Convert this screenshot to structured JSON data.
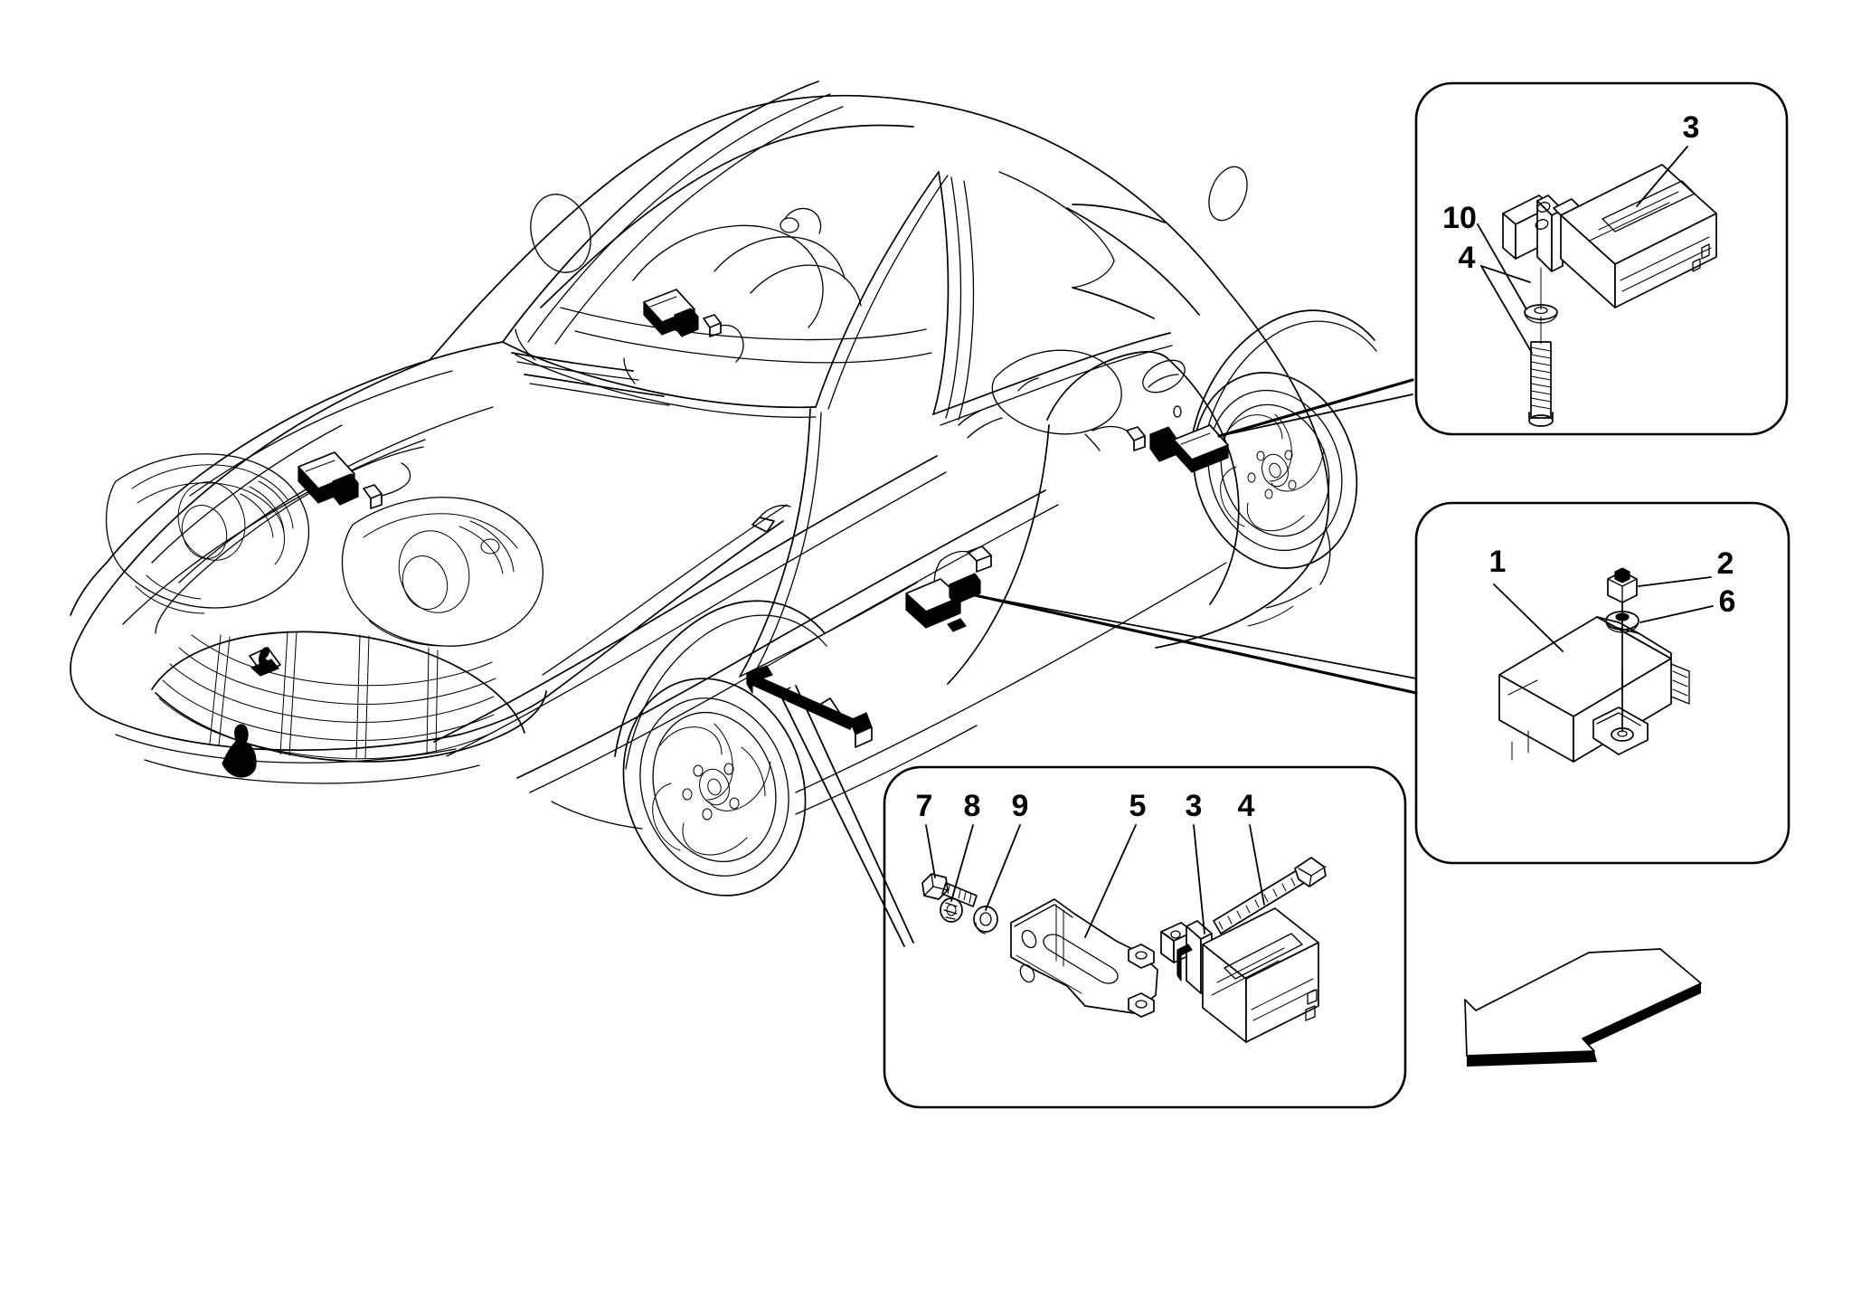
{
  "diagram": {
    "title": "Ferrari 612 Scaglietti - Level / Acceleration Sensors and ECU",
    "vehicle": "ferrari-612-scaglietti-coupe",
    "background_color": "#ffffff",
    "line_color": "#000000"
  },
  "callouts": {
    "sensor_box": {
      "name": "door-sensor-detail-box",
      "labels": [
        {
          "id": "3",
          "text": "3",
          "part": "accelerometer-sensor"
        },
        {
          "id": "10",
          "text": "10",
          "part": "washer"
        },
        {
          "id": "4",
          "text": "4",
          "part": "screw"
        }
      ]
    },
    "ecu_box": {
      "name": "ecu-detail-box",
      "labels": [
        {
          "id": "1",
          "text": "1",
          "part": "control-unit"
        },
        {
          "id": "2",
          "text": "2",
          "part": "nut"
        },
        {
          "id": "6",
          "text": "6",
          "part": "washer"
        }
      ]
    },
    "bracket_box": {
      "name": "bracket-assembly-detail-box",
      "labels": [
        {
          "id": "7",
          "text": "7",
          "part": "bolt"
        },
        {
          "id": "8",
          "text": "8",
          "part": "lock-washer"
        },
        {
          "id": "9",
          "text": "9",
          "part": "flat-washer"
        },
        {
          "id": "5",
          "text": "5",
          "part": "mounting-bracket"
        },
        {
          "id": "3",
          "text": "3",
          "part": "accelerometer-sensor"
        },
        {
          "id": "4",
          "text": "4",
          "part": "screw"
        }
      ]
    }
  },
  "arrow": {
    "name": "direction-arrow",
    "description": "front-direction-indicator"
  }
}
